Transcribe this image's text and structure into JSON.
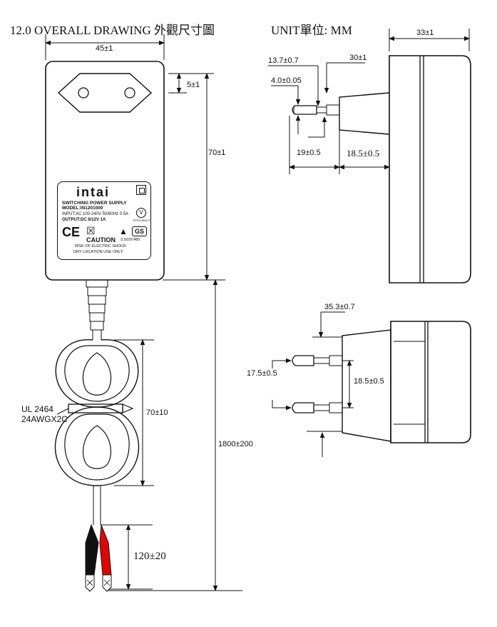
{
  "header": {
    "title": "12.0  OVERALL DRAWING 外觀尺寸圖",
    "unit": "UNIT單位: MM"
  },
  "front_view": {
    "width": "45±1",
    "prong_offset": "5±1",
    "height": "70±1",
    "coil_length": "70±10",
    "cable_length": "1800±200",
    "lead_length": "120±20",
    "cable_spec_line1": "UL 2464",
    "cable_spec_line2": "24AWGX2C"
  },
  "label_plate": {
    "brand": "intai",
    "line1": "SWITCHING POWER SUPPLY",
    "line2": "MODEL:IN1201000",
    "line3": "INPUT:AC 100-240V 50/60Hz 0.5A",
    "line4": "OUTPUT:DC 6/12V 1A",
    "efficiency_mark": "V",
    "efficiency_text": "EFFICIENCY",
    "ce_mark": "CE",
    "gs_mark": "GS",
    "caution": "CAUTION",
    "risk": "RISK OF ELECTRIC SHOCK",
    "dry": "DRY LOCATION USE ONLY",
    "serial": "S  50297489"
  },
  "side_view": {
    "depth": "33±1",
    "pin_tip": "13.7±0.7",
    "pin_base": "30±1",
    "pin_diameter": "4.0±0.05",
    "pin_length": "19±0.5",
    "pin_collar": "18.5±0.5"
  },
  "top_view": {
    "pin_span": "35.3±0.7",
    "pin_spacing": "18.5±0.5",
    "pin_pitch": "17.5±0.5"
  }
}
